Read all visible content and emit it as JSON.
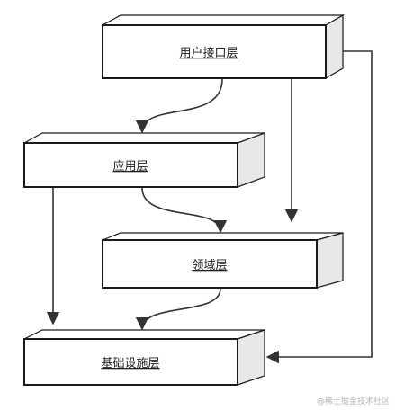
{
  "layers": {
    "user_interface": {
      "label": "用户接口层"
    },
    "application": {
      "label": "应用层"
    },
    "domain": {
      "label": "领域层"
    },
    "infrastructure": {
      "label": "基础设施层"
    }
  },
  "watermark": "@稀土掘金技术社区",
  "colors": {
    "box_face": "#ffffff",
    "box_top": "#ffffff",
    "box_side": "#e8e8e8",
    "stroke": "#1a1a1a",
    "arrow": "#333333",
    "watermark": "#b5b5b5"
  }
}
